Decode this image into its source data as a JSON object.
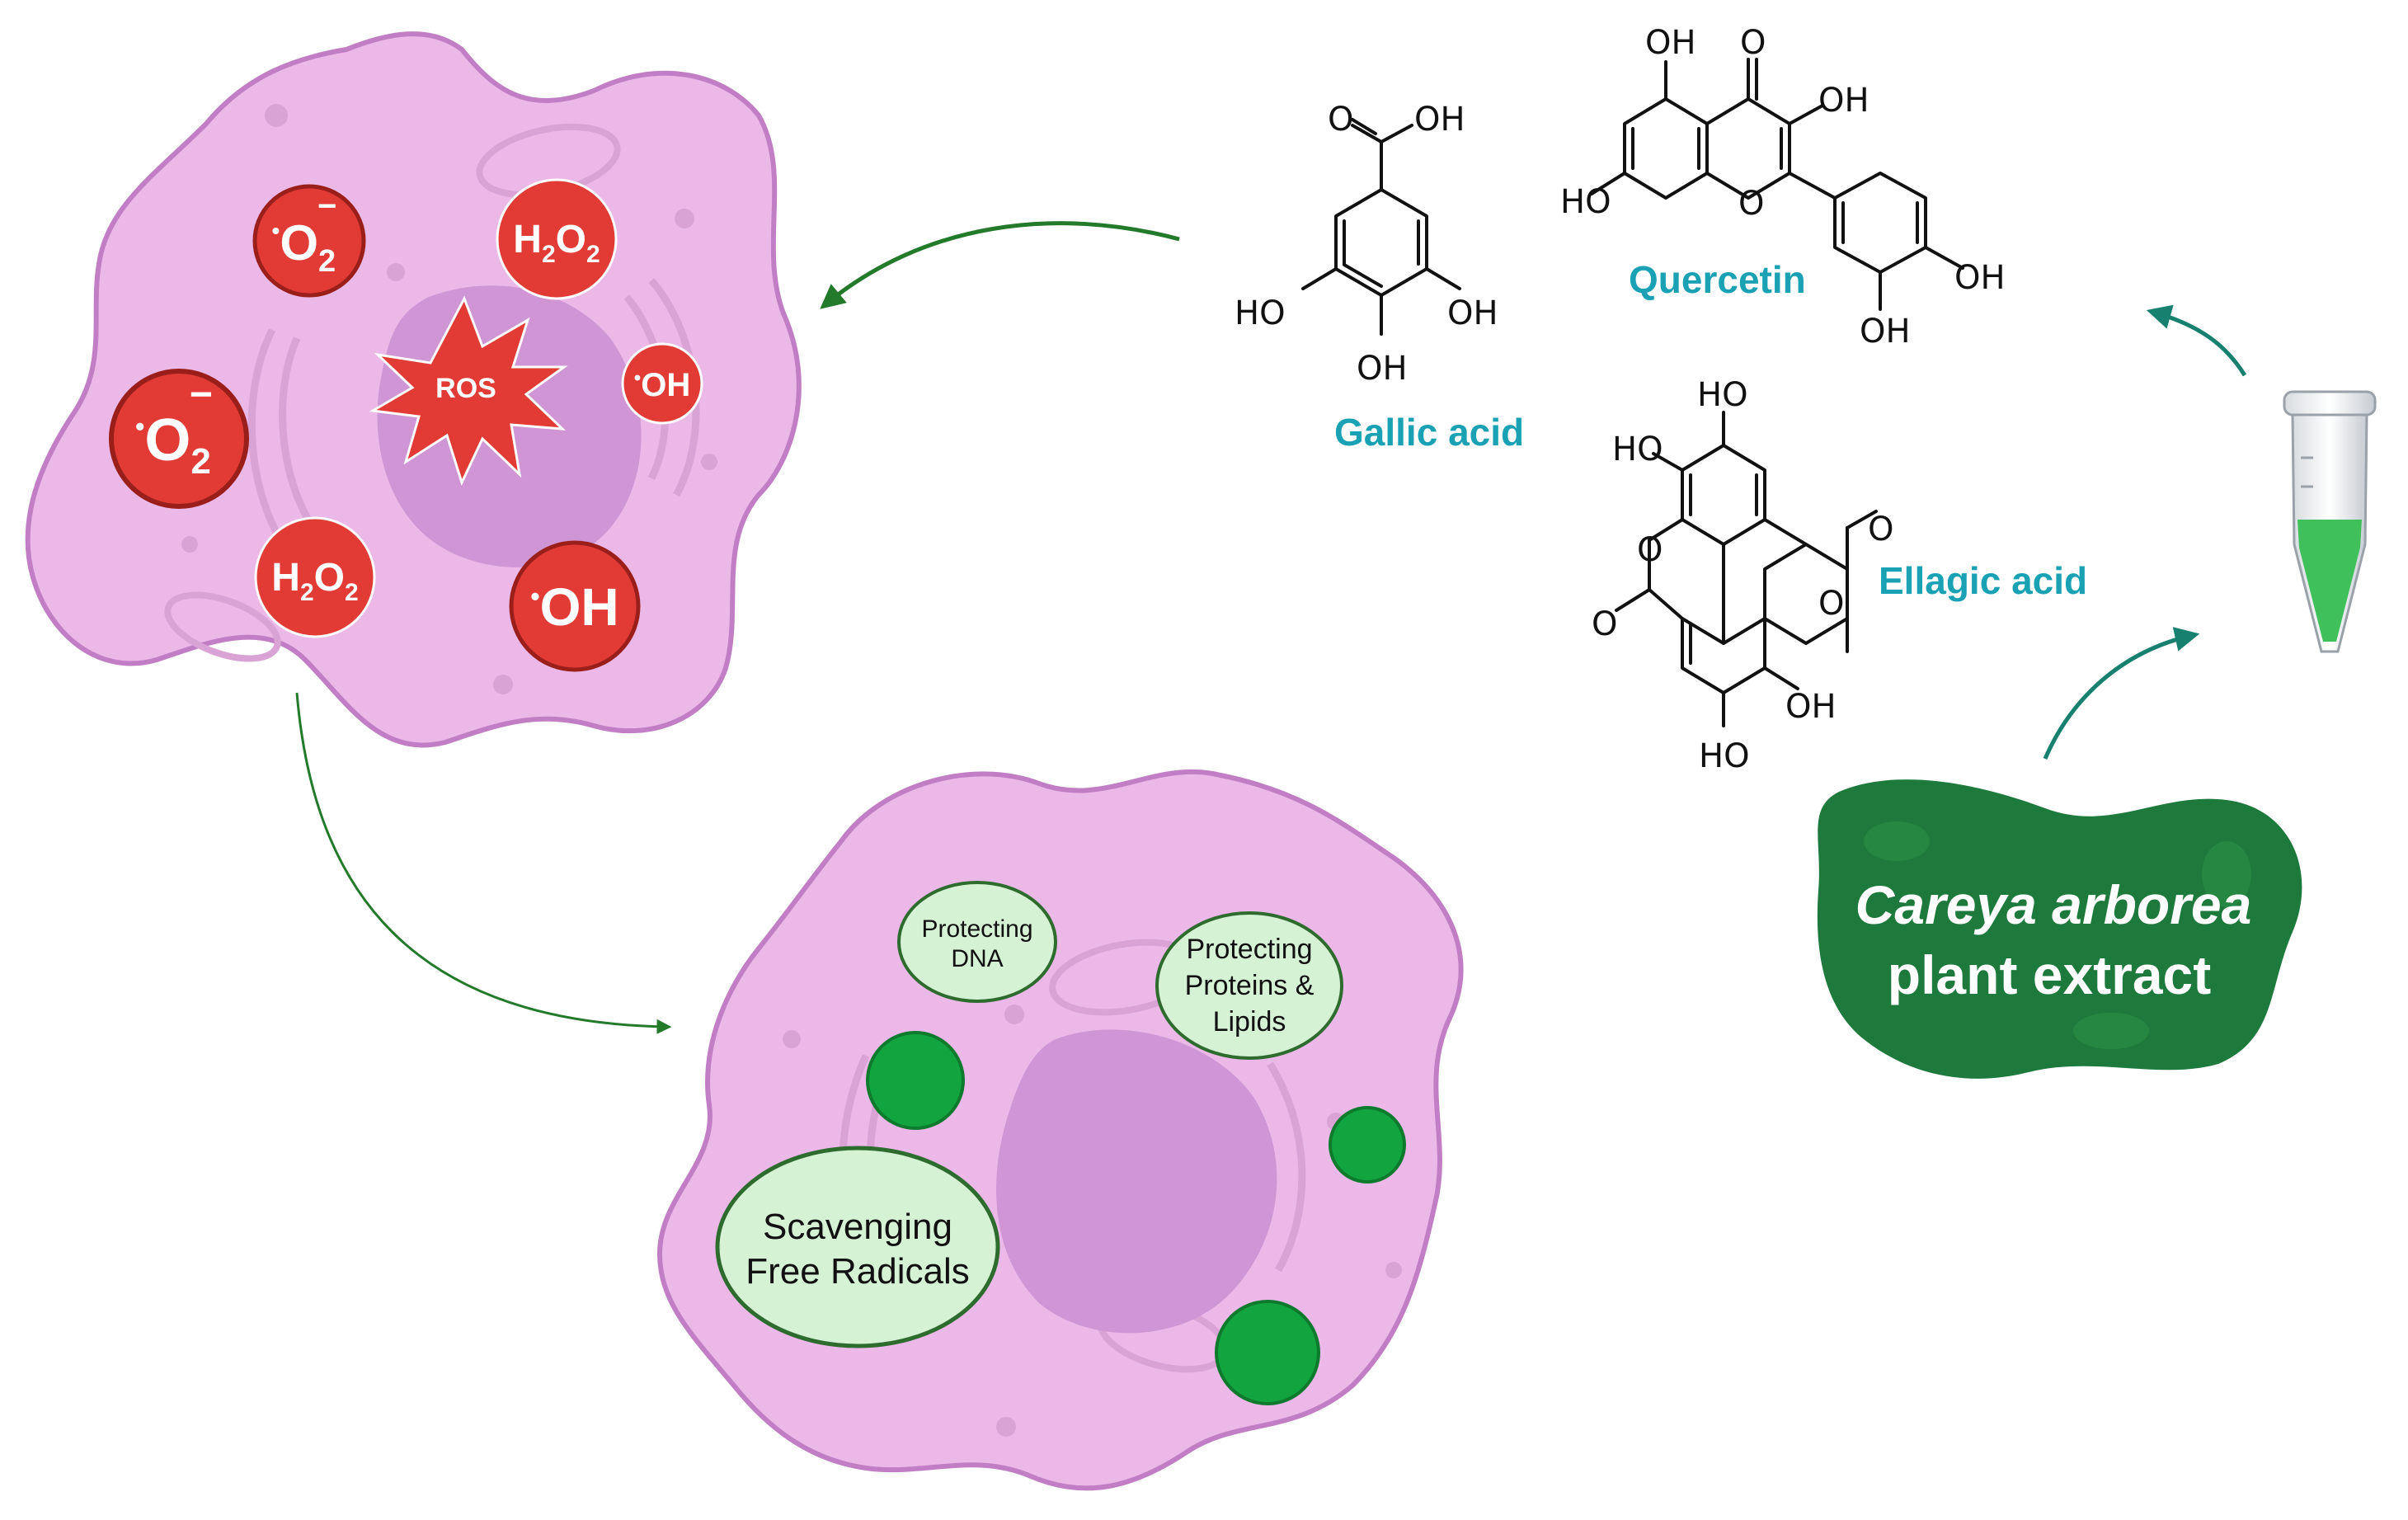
{
  "ros_cell": {
    "center_label": "ROS",
    "species": [
      {
        "sym": "O",
        "sub": "2",
        "dot": "•",
        "charge": "−"
      },
      {
        "sym": "H",
        "sub": "2",
        "sym2": "O",
        "sub2": "2"
      },
      {
        "sym": "OH",
        "dot": "•"
      },
      {
        "sym": "O",
        "sub": "2",
        "dot": "•",
        "charge": "−"
      },
      {
        "sym": "H",
        "sub": "2",
        "sym2": "O",
        "sub2": "2"
      },
      {
        "sym": "OH",
        "dot": "•"
      }
    ]
  },
  "protected_cell": {
    "labels": {
      "dna_line1": "Protecting",
      "dna_line2": "DNA",
      "prot_line1": "Protecting",
      "prot_line2": "Proteins &",
      "prot_line3": "Lipids",
      "scav_line1": "Scavenging",
      "scav_line2": "Free Radicals"
    }
  },
  "compounds": {
    "gallic": {
      "name": "Gallic acid",
      "groups": {
        "cooh_o": "O",
        "cooh_oh": "OH",
        "oh_left": "HO",
        "oh_right": "OH",
        "oh_bottom": "OH"
      }
    },
    "quercetin": {
      "name": "Quercetin",
      "groups": {
        "oh_top": "OH",
        "keto_o": "O",
        "oh_c3": "OH",
        "ring_o": "O",
        "oh_c7": "HO",
        "oh_c4p": "OH",
        "oh_c3p": "OH"
      }
    },
    "ellagic": {
      "name": "Ellagic acid",
      "groups": {
        "oh_top": "HO",
        "oh_left": "HO",
        "o_ring_left": "O",
        "o_carbonyl_left": "O",
        "o_carbonyl_right": "O",
        "o_ring_right": "O",
        "oh_right": "OH",
        "oh_bottom": "HO"
      }
    }
  },
  "plant": {
    "line1": "Careya arborea",
    "line2": "plant extract"
  },
  "colors": {
    "cell_fill": "#ebb8e8",
    "cell_stroke": "#c27ec4",
    "nucleus": "#cf95d4",
    "ros_red": "#e23b35",
    "radical_scavenger_green": "#11a43f",
    "label_bubble": "#d6f2d4",
    "plant_green": "#1e7a3c",
    "compound_text": "#1aa2b4",
    "arrow_green": "#237a2a",
    "arrow_teal": "#17806f"
  }
}
